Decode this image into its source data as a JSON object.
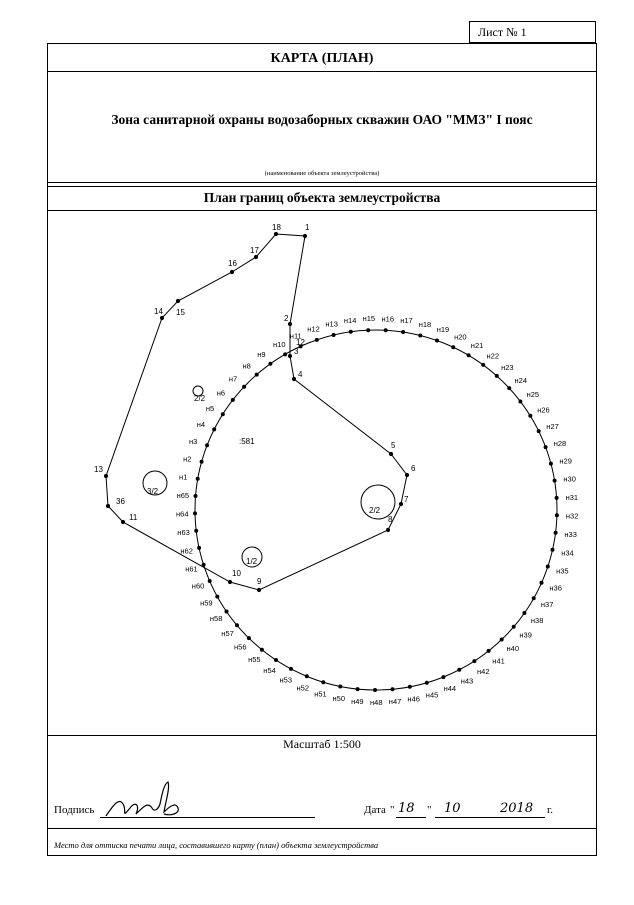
{
  "sheet": {
    "label": "Лист № 1"
  },
  "header": {
    "title": "КАРТА (ПЛАН)"
  },
  "object": {
    "name": "Зона санитарной охраны водозаборных скважин ОАО \"ММЗ\" I пояс",
    "caption": "(наименование объекта землеустройства)"
  },
  "plan": {
    "title": "План границ объекта землеустройства",
    "parcel_label": ":581",
    "outer_points": [
      {
        "label": "1"
      },
      {
        "label": "2"
      },
      {
        "label": "3"
      },
      {
        "label": "4"
      },
      {
        "label": "5"
      },
      {
        "label": "6"
      },
      {
        "label": "7"
      },
      {
        "label": "8"
      },
      {
        "label": "9"
      },
      {
        "label": "10"
      },
      {
        "label": "11"
      },
      {
        "label": "36"
      },
      {
        "label": "13"
      },
      {
        "label": "14"
      },
      {
        "label": "15"
      },
      {
        "label": "16"
      },
      {
        "label": "17"
      },
      {
        "label": "18"
      }
    ],
    "extra_labels": [
      "12"
    ],
    "circle_points": [
      "н1",
      "н2",
      "н3",
      "н4",
      "н5",
      "н6",
      "н7",
      "н8",
      "н9",
      "н10",
      "н11",
      "н12",
      "н13",
      "н14",
      "н15",
      "н16",
      "н17",
      "н18",
      "н19",
      "н20",
      "н21",
      "н22",
      "н23",
      "н24",
      "н25",
      "н26",
      "н27",
      "н28",
      "н29",
      "н30",
      "н31",
      "н32",
      "н33",
      "н34",
      "н35",
      "н36",
      "н37",
      "н38",
      "н39",
      "н40",
      "н41",
      "н42",
      "н43",
      "н44",
      "н45",
      "н46",
      "н47",
      "н48",
      "н49",
      "н50",
      "н51",
      "н52",
      "н53",
      "н54",
      "н55",
      "н56",
      "н57",
      "н58",
      "н59",
      "н60",
      "н61",
      "н62",
      "н63",
      "н64",
      "н65"
    ],
    "wells": [
      {
        "label": "2/2"
      },
      {
        "label": "3/2"
      },
      {
        "label": "1/2"
      },
      {
        "label": "2/2"
      }
    ]
  },
  "footer": {
    "scale": "Масштаб 1:500",
    "signature_label": "Подпись",
    "date_label": "Дата",
    "date_day": "18",
    "date_month": "10",
    "date_year": "2018",
    "year_suffix": "г.",
    "stamp_note": "Место для оттиска печати лица, составившего карту (план) объекта землеустройства"
  }
}
